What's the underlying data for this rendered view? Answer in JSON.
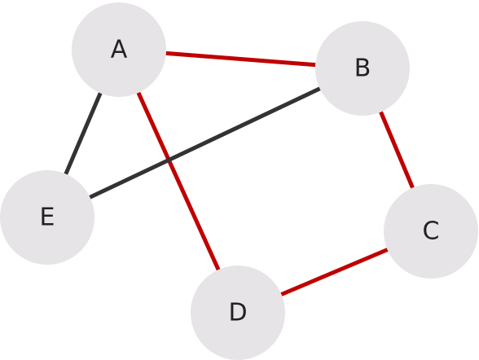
{
  "colors": {
    "node_fill": "#e6e4e6",
    "highlight_edge": "#c00000",
    "normal_edge": "#333333"
  },
  "nodes": [
    {
      "id": "A",
      "label": "A"
    },
    {
      "id": "B",
      "label": "B"
    },
    {
      "id": "C",
      "label": "C"
    },
    {
      "id": "D",
      "label": "D"
    },
    {
      "id": "E",
      "label": "E"
    }
  ],
  "edges": [
    {
      "from": "A",
      "to": "B",
      "highlighted": true
    },
    {
      "from": "B",
      "to": "C",
      "highlighted": true
    },
    {
      "from": "C",
      "to": "D",
      "highlighted": true
    },
    {
      "from": "A",
      "to": "D",
      "highlighted": true
    },
    {
      "from": "A",
      "to": "E",
      "highlighted": false
    },
    {
      "from": "E",
      "to": "B",
      "highlighted": false
    }
  ]
}
